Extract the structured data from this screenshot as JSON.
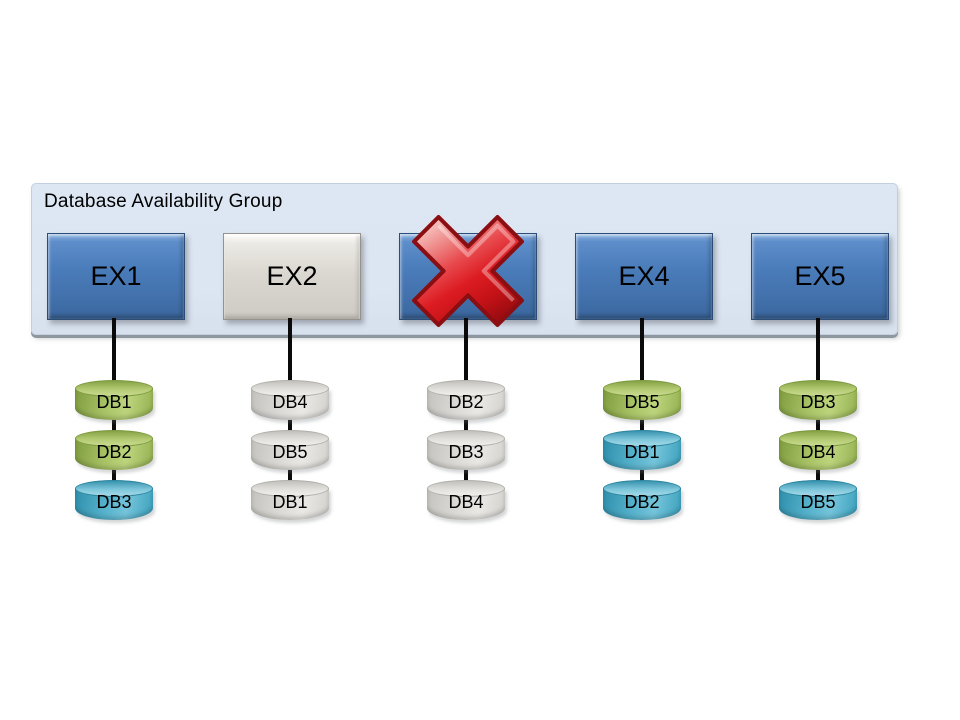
{
  "diagram": {
    "title": "Database Availability Group",
    "colors": {
      "container_fill": "#DCE6F2",
      "server_online_blue": "#4F81BD",
      "server_offline_gray": "#D9D6CF",
      "db_active_green": "#9BBB59",
      "db_passive_blue": "#4BACC6",
      "db_unavailable_gray": "#DBD9D5",
      "failed_x_red": "#DC1C22",
      "connector_black": "#0A0A0A"
    },
    "servers": [
      {
        "label": "EX1",
        "state": "online",
        "databases": [
          {
            "label": "DB1",
            "state": "active"
          },
          {
            "label": "DB2",
            "state": "active"
          },
          {
            "label": "DB3",
            "state": "passive"
          }
        ]
      },
      {
        "label": "EX2",
        "state": "offline",
        "databases": [
          {
            "label": "DB4",
            "state": "unavailable"
          },
          {
            "label": "DB5",
            "state": "unavailable"
          },
          {
            "label": "DB1",
            "state": "unavailable"
          }
        ]
      },
      {
        "label": "",
        "state": "failed",
        "icon": "red-x-icon",
        "databases": [
          {
            "label": "DB2",
            "state": "unavailable"
          },
          {
            "label": "DB3",
            "state": "unavailable"
          },
          {
            "label": "DB4",
            "state": "unavailable"
          }
        ]
      },
      {
        "label": "EX4",
        "state": "online",
        "databases": [
          {
            "label": "DB5",
            "state": "active"
          },
          {
            "label": "DB1",
            "state": "passive"
          },
          {
            "label": "DB2",
            "state": "passive"
          }
        ]
      },
      {
        "label": "EX5",
        "state": "online",
        "databases": [
          {
            "label": "DB3",
            "state": "active"
          },
          {
            "label": "DB4",
            "state": "active"
          },
          {
            "label": "DB5",
            "state": "passive"
          }
        ]
      }
    ]
  }
}
